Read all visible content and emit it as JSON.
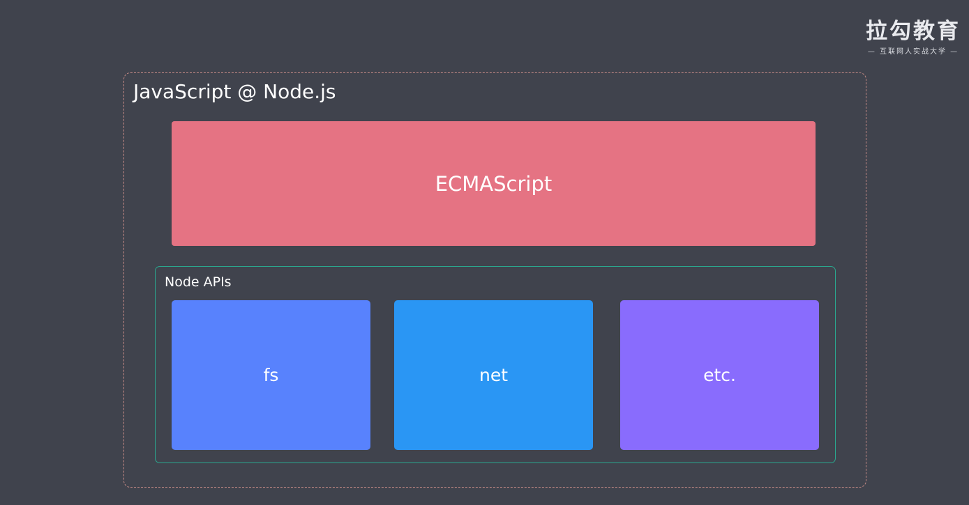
{
  "logo": {
    "main": "拉勾教育",
    "sub": "— 互联网人实战大学 —"
  },
  "runtime": {
    "title": "JavaScript @ Node.js",
    "border_color": "#c58a86"
  },
  "ecmascript": {
    "label": "ECMAScript",
    "color": "#e57383"
  },
  "node_apis": {
    "label": "Node APIs",
    "border_color": "#2aa88f",
    "items": [
      {
        "label": "fs",
        "color": "#5882fd"
      },
      {
        "label": "net",
        "color": "#2a96f4"
      },
      {
        "label": "etc.",
        "color": "#896cfd"
      }
    ]
  },
  "colors": {
    "background": "#40434d"
  }
}
